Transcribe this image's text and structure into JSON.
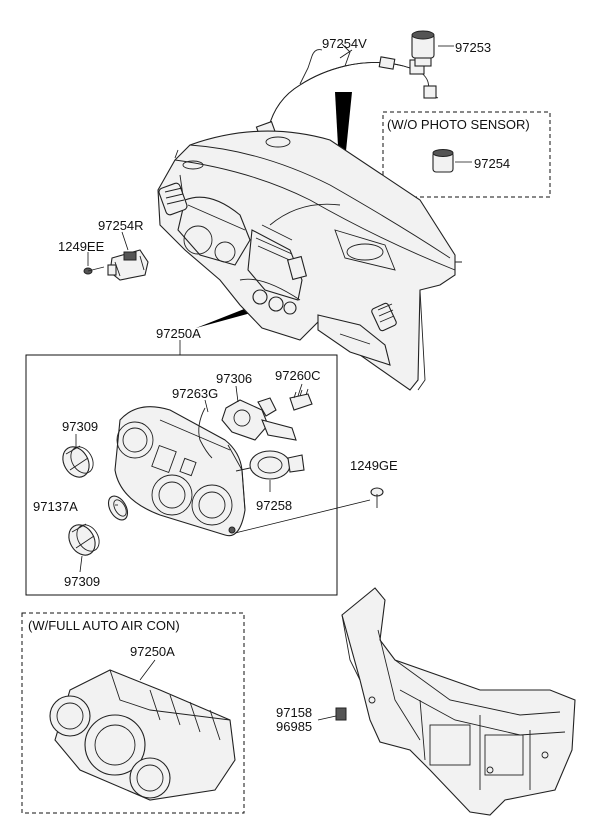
{
  "callouts": {
    "harness": "97254V",
    "sensor_top": "97253",
    "photo_note": "(W/O PHOTO SENSOR)",
    "sensor_alt": "97254",
    "sensor_r": "97254R",
    "screw_ee": "1249EE",
    "control_assy": "97250A",
    "knob_part": "97306",
    "switch_part": "97260C",
    "cable": "97263G",
    "knob_a": "97309",
    "knob_b": "97309",
    "ring": "97137A",
    "actuator": "97258",
    "screw_ge": "1249GE",
    "auto_note": "(W/FULL AUTO AIR CON)",
    "auto_assy": "97250A",
    "clip_a": "97158",
    "clip_b": "96985"
  }
}
